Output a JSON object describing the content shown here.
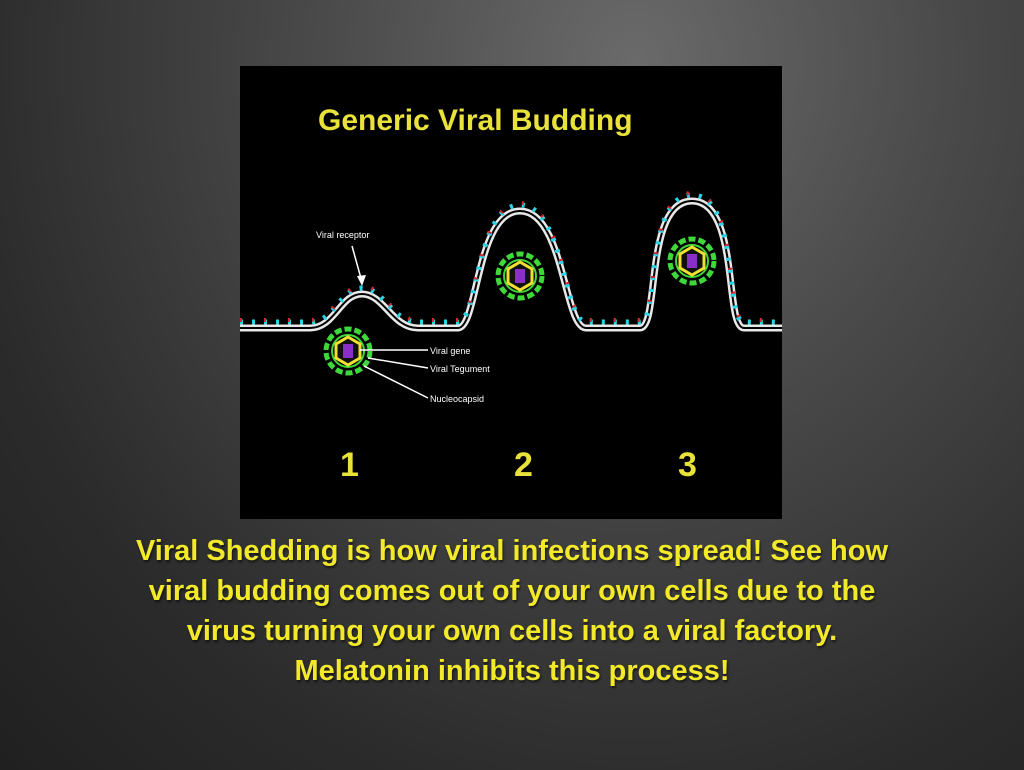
{
  "diagram": {
    "title": "Generic Viral Budding",
    "labels": {
      "receptor": "Viral receptor",
      "gene": "Viral gene",
      "tegument": "Viral Tegument",
      "nucleocapsid": "Nucleocapsid"
    },
    "stages": [
      "1",
      "2",
      "3"
    ],
    "colors": {
      "title": "#e9e23a",
      "membrane": "#e8e8e8",
      "receptor_cyan": "#2ad3e6",
      "receptor_red": "#d6262e",
      "tegument_green": "#3fd83a",
      "capsid_yellow": "#f0e130",
      "gene_purple": "#8a2fc8"
    }
  },
  "caption": {
    "lines": [
      "Viral Shedding is how viral infections spread! See how",
      "viral budding comes out of your own cells due to the",
      "virus turning your own cells into a viral factory.",
      "Melatonin inhibits this process!"
    ],
    "color": "#f2e92a"
  }
}
